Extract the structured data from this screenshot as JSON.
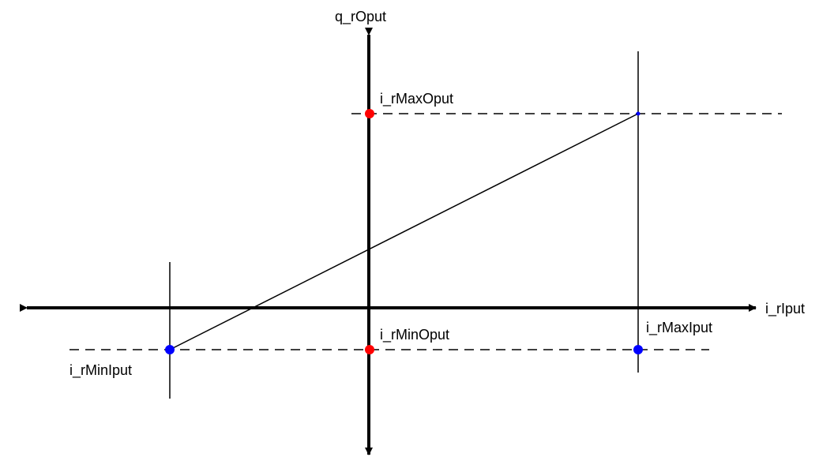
{
  "labels": {
    "y_axis": "q_rOput",
    "x_axis": "i_rIput",
    "max_output": "i_rMaxOput",
    "min_output": "i_rMinOput",
    "max_input": "i_rMaxIput",
    "min_input": "i_rMinIput"
  },
  "colors": {
    "axis": "#000000",
    "line": "#000000",
    "output_point": "#ff0000",
    "input_point": "#0000ff"
  }
}
